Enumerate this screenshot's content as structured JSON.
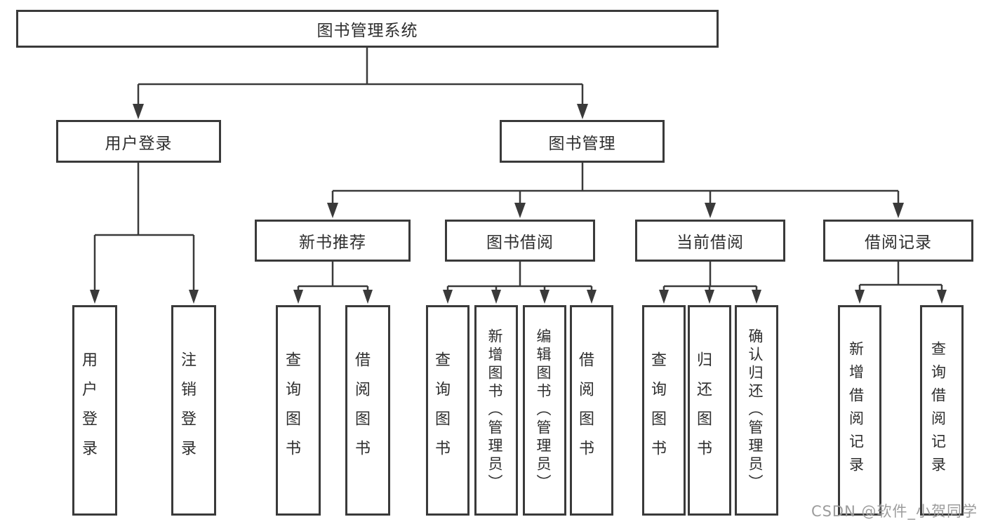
{
  "diagram_type": "hierarchy-tree",
  "root": {
    "label": "图书管理系统"
  },
  "branches": [
    {
      "label": "用户登录",
      "children": [
        {
          "label": "用户登录"
        },
        {
          "label": "注销登录"
        }
      ]
    },
    {
      "label": "图书管理",
      "groups": [
        {
          "label": "新书推荐",
          "children": [
            {
              "label": "查询图书"
            },
            {
              "label": "借阅图书"
            }
          ]
        },
        {
          "label": "图书借阅",
          "children": [
            {
              "label": "查询图书"
            },
            {
              "label": "新增图书（管理员）"
            },
            {
              "label": "编辑图书（管理员）"
            },
            {
              "label": "借阅图书"
            }
          ]
        },
        {
          "label": "当前借阅",
          "children": [
            {
              "label": "查询图书"
            },
            {
              "label": "归还图书"
            },
            {
              "label": "确认归还（管理员）"
            }
          ]
        },
        {
          "label": "借阅记录",
          "children": [
            {
              "label": "新增借阅记录"
            },
            {
              "label": "查询借阅记录"
            }
          ]
        }
      ]
    }
  ],
  "colors": {
    "line": "#3a3a3a",
    "box_border": "#3a3a3a",
    "box_fill": "#ffffff",
    "text": "#2e2e2e",
    "watermark": "#9c9c9c"
  },
  "watermark": "CSDN @软件_小贺同学"
}
